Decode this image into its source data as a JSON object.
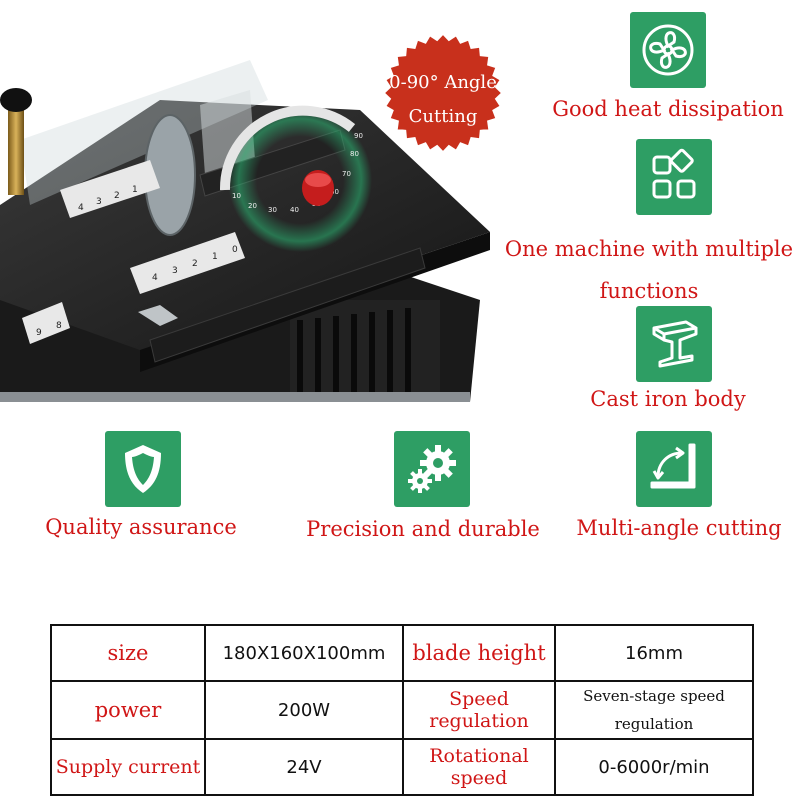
{
  "badge": {
    "line1": "0-90° Angle",
    "line2": "Cutting"
  },
  "features": [
    {
      "icon": "fan-icon",
      "label": "Good heat dissipation"
    },
    {
      "icon": "apps-grid-icon",
      "label_line1": "One machine with multiple",
      "label_line2": "functions"
    },
    {
      "icon": "iron-beam-icon",
      "label": "Cast iron body"
    },
    {
      "icon": "shield-icon",
      "label": "Quality assurance"
    },
    {
      "icon": "gears-icon",
      "label": "Precision and durable"
    },
    {
      "icon": "angle-arrow-icon",
      "label": "Multi-angle cutting"
    }
  ],
  "specs": {
    "rows": [
      {
        "k1": "size",
        "v1": "180X160X100mm",
        "k2": "blade height",
        "v2": "16mm"
      },
      {
        "k1": "power",
        "v1": "200W",
        "k2": "Speed regulation",
        "v2_line1": "Seven-stage speed",
        "v2_line2": "regulation"
      },
      {
        "k1": "Supply current",
        "v1": "24V",
        "k2": "Rotational speed",
        "v2": "0-6000r/min"
      }
    ]
  },
  "photo": {
    "scale_numbers_a": [
      "4",
      "3",
      "2",
      "1"
    ],
    "scale_numbers_b": [
      "4",
      "3",
      "2",
      "1",
      "0"
    ],
    "scale_numbers_c": [
      "9",
      "8"
    ],
    "dial_numbers": [
      "10",
      "20",
      "30",
      "40",
      "50",
      "60",
      "70",
      "80",
      "90"
    ]
  },
  "colors": {
    "accent_green": "#2e9e64",
    "label_red": "#d01616",
    "badge_red": "#c8301c"
  }
}
